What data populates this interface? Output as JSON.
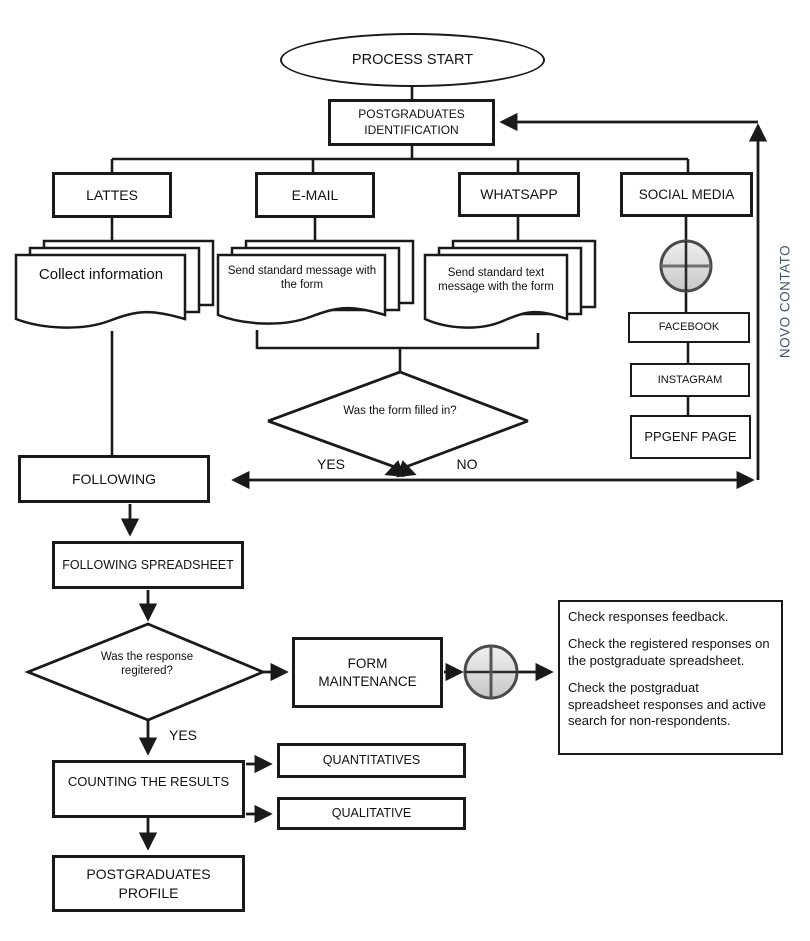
{
  "flowchart": {
    "start": "PROCESS START",
    "identification": "POSTGRADUATES IDENTIFICATION",
    "channels": {
      "lattes": "LATTES",
      "email": "E-MAIL",
      "whatsapp": "WHATSAPP",
      "social_media": "SOCIAL MEDIA"
    },
    "documents": {
      "collect": "Collect information",
      "email_message": "Send standard message with the form",
      "whatsapp_message": "Send standard text message with the form"
    },
    "social_chain": {
      "facebook": "FACEBOOK",
      "instagram": "INSTAGRAM",
      "ppgenf_page": "PPGENF PAGE"
    },
    "new_contact_label": "NOVO CONTATO",
    "decision_form": {
      "question": "Was the form filled in?",
      "yes": "YES",
      "no": "NO"
    },
    "following": "FOLLOWING",
    "following_spreadsheet": "FOLLOWING SPREADSHEET",
    "decision_response": {
      "question": "Was the response regitered?",
      "yes": "YES"
    },
    "form_maintenance": "FORM MAINTENANCE",
    "notes": {
      "line1": "Check responses feedback.",
      "line2": "Check the registered responses on the postgraduate spreadsheet.",
      "line3": "Check the postgraduat spreadsheet responses and active search for non-respondents."
    },
    "counting": "COUNTING THE RESULTS",
    "quantitatives": "QUANTITATIVES",
    "qualitative": "QUALITATIVE",
    "profile": "POSTGRADUATES PROFILE"
  },
  "colors": {
    "line": "#1a1a1a",
    "new_contact_text": "#44546a",
    "connector_circle_fill": "#d9d9d9"
  }
}
